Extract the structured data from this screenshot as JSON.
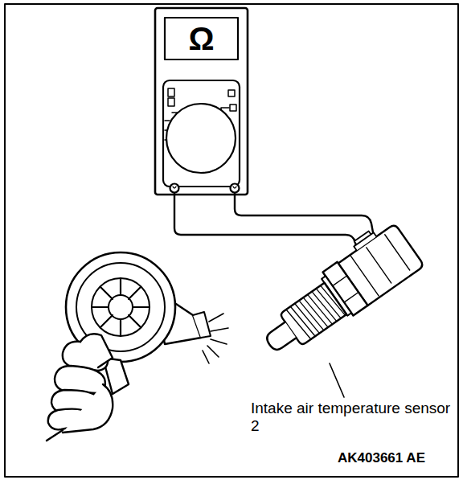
{
  "diagram": {
    "labels": [
      "Ω",
      "Intake air temperature sensor 2",
      "AK403661 AE"
    ]
  }
}
